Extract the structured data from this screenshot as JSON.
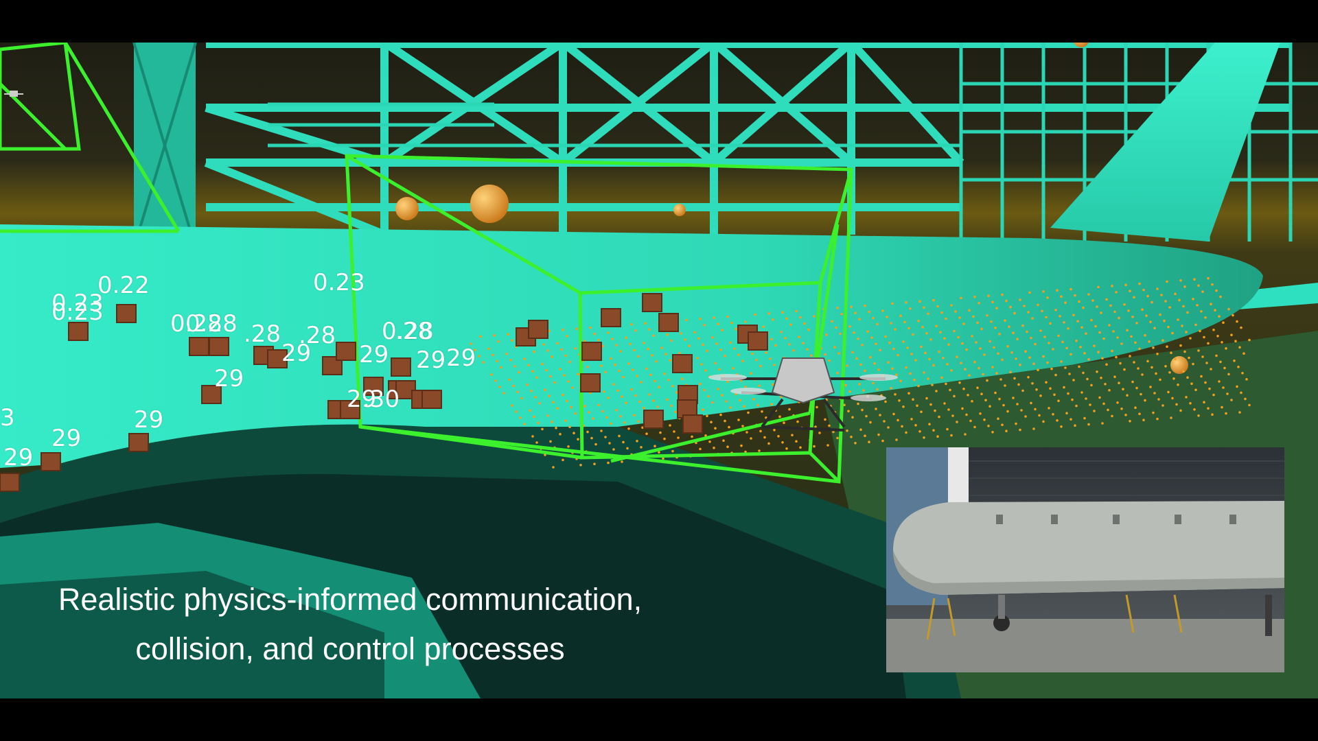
{
  "caption": {
    "line1": "Realistic physics-informed communication,",
    "line2": "collision, and control processes"
  },
  "value_labels": [
    "0.22",
    "0.23",
    "0.23",
    "0.23",
    "0.28",
    "0.28",
    ".28",
    ".28",
    "0.28",
    ".28",
    "29",
    "29",
    "29",
    "29",
    "29",
    "29",
    "29",
    "29",
    "29",
    ".30",
    "3"
  ],
  "colors": {
    "wireframe": "#29e0bf",
    "fuselage": "#33e6c4",
    "bounding_box": "#3cf02d",
    "obstacle_cube": "#8a4a2a",
    "sphere": "#f0a020",
    "background_dark": "#2a2a1a"
  },
  "icons": {
    "drone": "quadcopter-drone-icon",
    "inset": "hangar-aircraft-photo"
  }
}
